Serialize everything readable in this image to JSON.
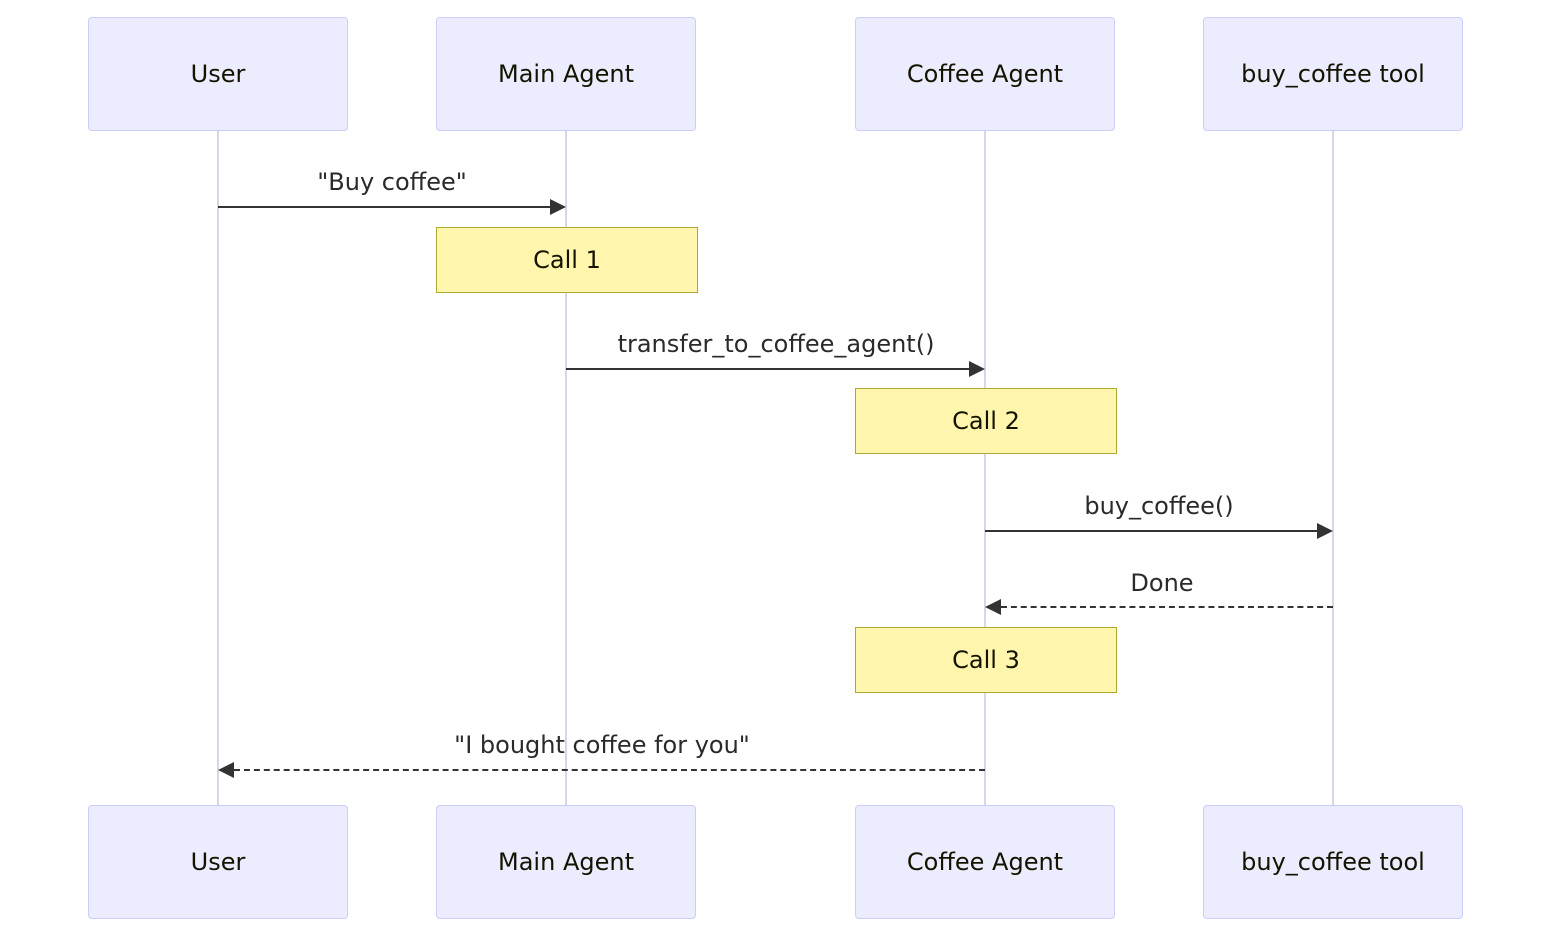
{
  "diagram": {
    "type": "sequence",
    "participants": [
      {
        "id": "user",
        "label": "User"
      },
      {
        "id": "main-agent",
        "label": "Main Agent"
      },
      {
        "id": "coffee-agent",
        "label": "Coffee Agent"
      },
      {
        "id": "buy-coffee-tool",
        "label": "buy_coffee tool"
      }
    ],
    "messages": [
      {
        "kind": "message",
        "from": "user",
        "to": "main-agent",
        "style": "solid",
        "label": "\"Buy coffee\""
      },
      {
        "kind": "note",
        "over": "main-agent",
        "label": "Call 1"
      },
      {
        "kind": "message",
        "from": "main-agent",
        "to": "coffee-agent",
        "style": "solid",
        "label": "transfer_to_coffee_agent()"
      },
      {
        "kind": "note",
        "over": "coffee-agent",
        "label": "Call 2"
      },
      {
        "kind": "message",
        "from": "coffee-agent",
        "to": "buy-coffee-tool",
        "style": "solid",
        "label": "buy_coffee()"
      },
      {
        "kind": "message",
        "from": "buy-coffee-tool",
        "to": "coffee-agent",
        "style": "dashed",
        "label": "Done"
      },
      {
        "kind": "note",
        "over": "coffee-agent",
        "label": "Call 3"
      },
      {
        "kind": "message",
        "from": "coffee-agent",
        "to": "user",
        "style": "dashed",
        "label": "\"I bought coffee for you\""
      }
    ],
    "colors": {
      "participant_fill": "#ECECFF",
      "participant_border": "#CCCCFF",
      "note_fill": "#FFF5AD",
      "note_border": "#AAAA33",
      "arrow": "#333333",
      "lifeline": "#D9D5E8",
      "background": "#FFFFFF"
    }
  }
}
